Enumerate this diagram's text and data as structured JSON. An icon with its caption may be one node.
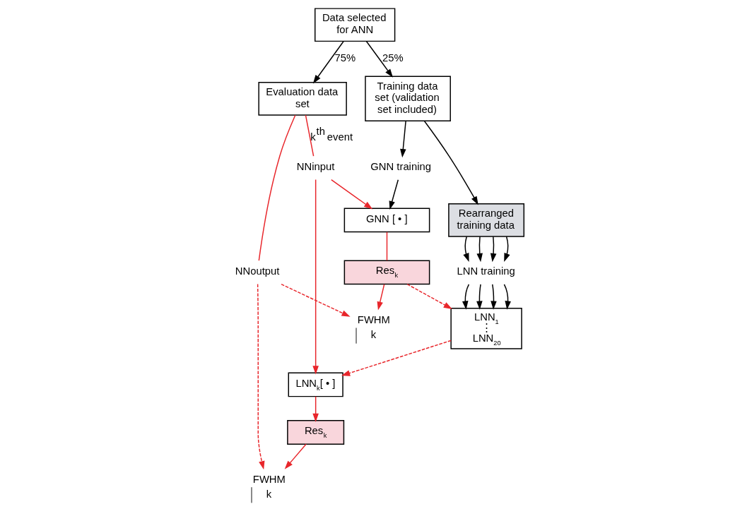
{
  "diagram": {
    "nodes": [
      {
        "text": [
          "Data selected for ANN"
        ]
      },
      {
        "text": [
          "Evaluation data set"
        ]
      },
      {
        "text": [
          "NNinput"
        ]
      },
      {
        "text": [
          "NNoutput"
        ]
      },
      {
        "text": [
          "Training data set (validation set included)"
        ]
      },
      {
        "text": [
          "GNN training"
        ]
      },
      {
        "text": [
          "GNN [ • ]"
        ]
      },
      {
        "text": [
          "Res$_{k}$"
        ]
      },
      {
        "text": [
          "FWHM",
          "k"
        ]
      },
      {
        "text": [
          "Rearranged training data"
        ]
      },
      {
        "text": [
          "LNN training"
        ]
      },
      {
        "text": [
          "LNN$_{1}$",
          "⋮",
          "LNN$_{20}$"
        ]
      },
      {
        "text": [
          "LNN$_{k}$[ • ]"
        ]
      },
      {
        "text": [
          "Res$_{k}$"
        ]
      },
      {
        "text": [
          "FWHM",
          "k"
        ]
      }
    ],
    "edges": [
      {
        "from": 0,
        "to": 1,
        "arrow": "to",
        "label": "75%"
      },
      {
        "from": 0,
        "to": 4,
        "arrow": "to",
        "label": "25%"
      },
      {
        "from": 1,
        "to": 2,
        "arrow": "none",
        "label": "k$^{th}$ event",
        "color": "#e8262b"
      },
      {
        "from": 1,
        "to": 3,
        "arrow": "none",
        "color": "#e8262b"
      },
      {
        "from": 2,
        "to": 6,
        "arrow": "to",
        "color": "#e8262b"
      },
      {
        "from": 2,
        "to": 12,
        "arrow": "to",
        "color": "#e8262b"
      },
      {
        "from": 3,
        "to": 8,
        "arrow": "to",
        "style": "dashed",
        "color": "#e8262b"
      },
      {
        "from": 3,
        "to": 14,
        "arrow": "to",
        "style": "dashed",
        "color": "#e8262b"
      },
      {
        "from": 4,
        "to": 5,
        "arrow": "to"
      },
      {
        "from": 5,
        "to": 6,
        "arrow": "to"
      },
      {
        "from": 6,
        "to": 7,
        "arrow": "none",
        "color": "#e8262b"
      },
      {
        "from": 7,
        "to": 8,
        "arrow": "to",
        "color": "#e8262b"
      },
      {
        "from": 7,
        "to": 11,
        "arrow": "to",
        "style": "dashed",
        "color": "#e8262b"
      },
      {
        "from": 4,
        "to": 9,
        "arrow": "to"
      },
      {
        "from": 9,
        "to": 10,
        "arrow": "to"
      },
      {
        "from": 9,
        "to": 10,
        "arrow": "to"
      },
      {
        "from": 9,
        "to": 10,
        "arrow": "to"
      },
      {
        "from": 9,
        "to": 10,
        "arrow": "to"
      },
      {
        "from": 10,
        "to": 11,
        "arrow": "to"
      },
      {
        "from": 10,
        "to": 11,
        "arrow": "to"
      },
      {
        "from": 10,
        "to": 11,
        "arrow": "to"
      },
      {
        "from": 10,
        "to": 11,
        "arrow": "to"
      },
      {
        "from": 11,
        "to": 12,
        "arrow": "to",
        "style": "dashed",
        "color": "#e8262b"
      },
      {
        "from": 12,
        "to": 13,
        "arrow": "to",
        "color": "#e8262b"
      },
      {
        "from": 13,
        "to": 14,
        "arrow": "to",
        "color": "#e8262b"
      }
    ]
  }
}
